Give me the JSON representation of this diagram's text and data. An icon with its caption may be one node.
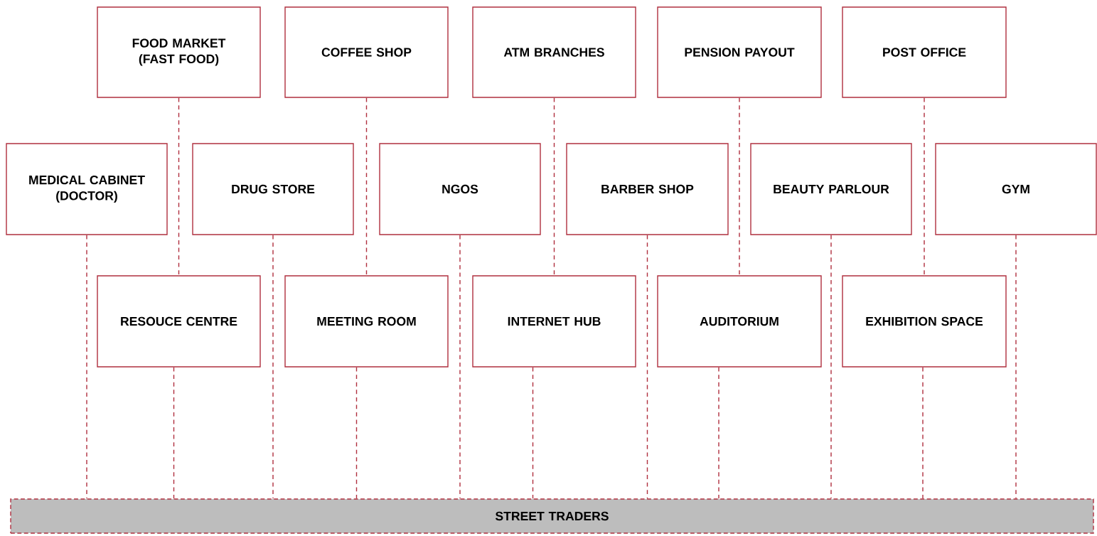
{
  "diagram": {
    "nodes": [
      {
        "text": [
          "FOOD MARKET (FAST FOOD)"
        ]
      },
      {
        "text": [
          "COFFEE SHOP"
        ]
      },
      {
        "text": [
          "ATM BRANCHES"
        ]
      },
      {
        "text": [
          "PENSION PAYOUT"
        ]
      },
      {
        "text": [
          "POST OFFICE"
        ]
      },
      {
        "text": [
          "MEDICAL CABINET (DOCTOR)"
        ]
      },
      {
        "text": [
          "DRUG STORE"
        ]
      },
      {
        "text": [
          "NGOS"
        ]
      },
      {
        "text": [
          "BARBER SHOP"
        ]
      },
      {
        "text": [
          "BEAUTY PARLOUR"
        ]
      },
      {
        "text": [
          "GYM"
        ]
      },
      {
        "text": [
          "RESOUCE CENTRE"
        ]
      },
      {
        "text": [
          "MEETING ROOM"
        ]
      },
      {
        "text": [
          "INTERNET HUB"
        ]
      },
      {
        "text": [
          "AUDITORIUM"
        ]
      },
      {
        "text": [
          "EXHIBITION SPACE"
        ]
      },
      {
        "text": [
          "STREET TRADERS"
        ]
      }
    ],
    "edges": [
      {
        "from": 0,
        "to": 11,
        "arrow": "none",
        "style": "dashed"
      },
      {
        "from": 1,
        "to": 12,
        "arrow": "none",
        "style": "dashed"
      },
      {
        "from": 2,
        "to": 13,
        "arrow": "none",
        "style": "dashed"
      },
      {
        "from": 3,
        "to": 14,
        "arrow": "none",
        "style": "dashed"
      },
      {
        "from": 4,
        "to": 15,
        "arrow": "none",
        "style": "dashed"
      },
      {
        "from": 5,
        "to": 16,
        "arrow": "none",
        "style": "dashed"
      },
      {
        "from": 6,
        "to": 16,
        "arrow": "none",
        "style": "dashed"
      },
      {
        "from": 7,
        "to": 16,
        "arrow": "none",
        "style": "dashed"
      },
      {
        "from": 8,
        "to": 16,
        "arrow": "none",
        "style": "dashed"
      },
      {
        "from": 9,
        "to": 16,
        "arrow": "none",
        "style": "dashed"
      },
      {
        "from": 10,
        "to": 16,
        "arrow": "none",
        "style": "dashed"
      },
      {
        "from": 11,
        "to": 16,
        "arrow": "none",
        "style": "dashed"
      },
      {
        "from": 12,
        "to": 16,
        "arrow": "none",
        "style": "dashed"
      },
      {
        "from": 13,
        "to": 16,
        "arrow": "none",
        "style": "dashed"
      },
      {
        "from": 14,
        "to": 16,
        "arrow": "none",
        "style": "dashed"
      },
      {
        "from": 15,
        "to": 16,
        "arrow": "none",
        "style": "dashed"
      }
    ]
  }
}
